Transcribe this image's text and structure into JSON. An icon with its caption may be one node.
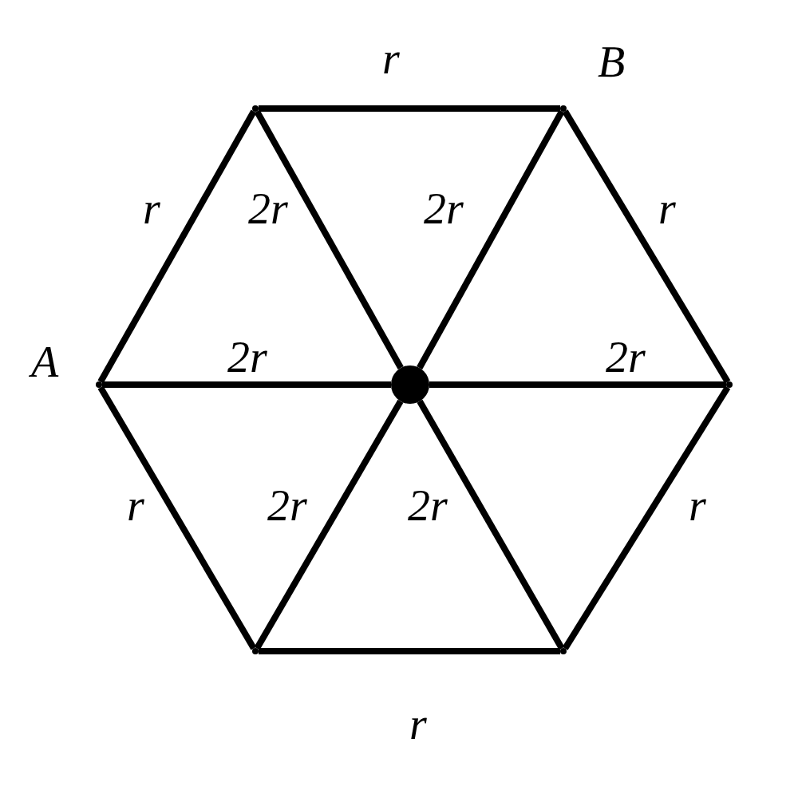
{
  "diagram": {
    "nodes": [
      {
        "text": [],
        "shape": "point"
      },
      {
        "text": [],
        "shape": "point",
        "beside": [
          "B"
        ]
      },
      {
        "text": [],
        "shape": "point",
        "beside": [
          "A"
        ]
      },
      {
        "text": [],
        "shape": "circle"
      },
      {
        "text": [],
        "shape": "point"
      },
      {
        "text": [],
        "shape": "point"
      },
      {
        "text": [],
        "shape": "point"
      }
    ],
    "edges": [
      {
        "from": 0,
        "to": 1,
        "arrow": "none",
        "label": "r"
      },
      {
        "from": 1,
        "to": 4,
        "arrow": "none",
        "label": "r"
      },
      {
        "from": 4,
        "to": 6,
        "arrow": "none",
        "label": "r"
      },
      {
        "from": 6,
        "to": 5,
        "arrow": "none",
        "label": "r"
      },
      {
        "from": 5,
        "to": 2,
        "arrow": "none",
        "label": "r"
      },
      {
        "from": 2,
        "to": 0,
        "arrow": "none",
        "label": "r"
      },
      {
        "from": 0,
        "to": 3,
        "arrow": "none",
        "label": "2r"
      },
      {
        "from": 1,
        "to": 3,
        "arrow": "none",
        "label": "2r"
      },
      {
        "from": 2,
        "to": 3,
        "arrow": "none",
        "label": "2r"
      },
      {
        "from": 3,
        "to": 4,
        "arrow": "none",
        "label": "2r"
      },
      {
        "from": 3,
        "to": 5,
        "arrow": "none",
        "label": "2r"
      },
      {
        "from": 3,
        "to": 6,
        "arrow": "none",
        "label": "2r"
      }
    ]
  }
}
